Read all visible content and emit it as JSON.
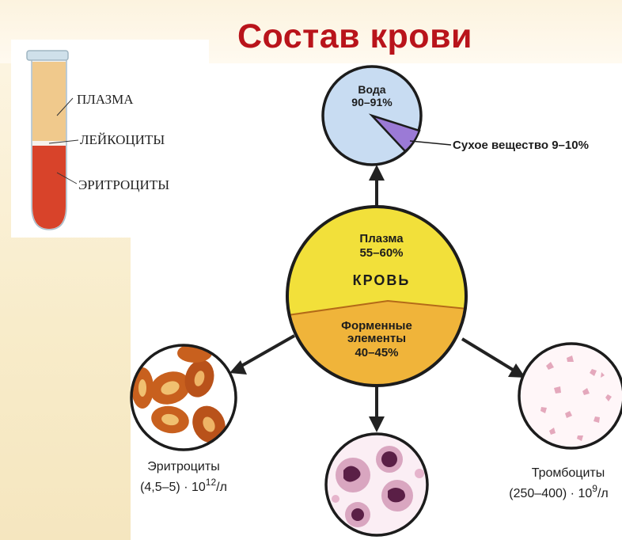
{
  "title": "Состав крови",
  "tube": {
    "label_plasma": "ПЛАЗМА",
    "label_leuko": "ЛЕЙКОЦИТЫ",
    "label_eryth": "ЭРИТРОЦИТЫ"
  },
  "water": {
    "label": "Вода",
    "percent": "90–91%",
    "dry_label": "Сухое вещество 9–10%"
  },
  "blood": {
    "plasma_label": "Плазма",
    "plasma_percent": "55–60%",
    "center_label": "КРОВЬ",
    "formed_label_1": "Форменные",
    "formed_label_2": "элементы",
    "formed_percent": "40–45%"
  },
  "erythrocytes": {
    "label": "Эритроциты",
    "count_base": "(4,5–5) · 10",
    "count_exp": "12",
    "count_unit": "/л"
  },
  "thrombocytes": {
    "label": "Тромбоциты",
    "count_base": "(250–400) · 10",
    "count_exp": "9",
    "count_unit": "/л"
  },
  "colors": {
    "title_red": "#b9141b",
    "plasma_yellow": "#f2e03a",
    "formed_orange": "#f0b43a",
    "water_blue": "#c8dcf2",
    "dry_purple": "#9b7ad6",
    "blood_red": "#d8432a"
  }
}
